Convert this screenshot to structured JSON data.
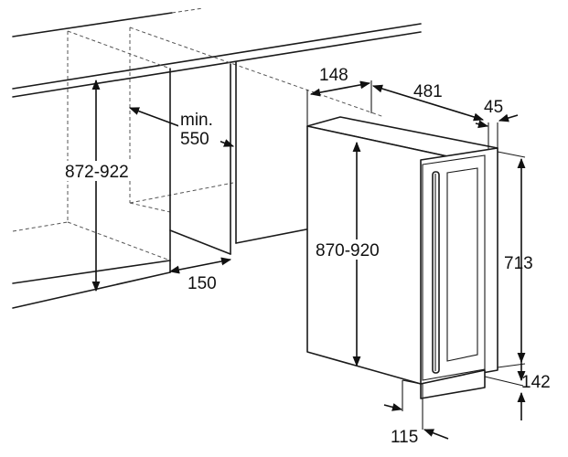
{
  "dimensions": {
    "niche_height": "872-922",
    "niche_depth_min": "min.",
    "niche_depth_value": "550",
    "niche_width": "150",
    "appliance_width": "148",
    "appliance_depth": "481",
    "door_offset": "45",
    "appliance_height": "870-920",
    "door_height": "713",
    "plinth_height": "142",
    "plinth_depth": "115"
  },
  "colors": {
    "line": "#1a1a1a",
    "dashed": "#555555",
    "background": "#ffffff"
  }
}
